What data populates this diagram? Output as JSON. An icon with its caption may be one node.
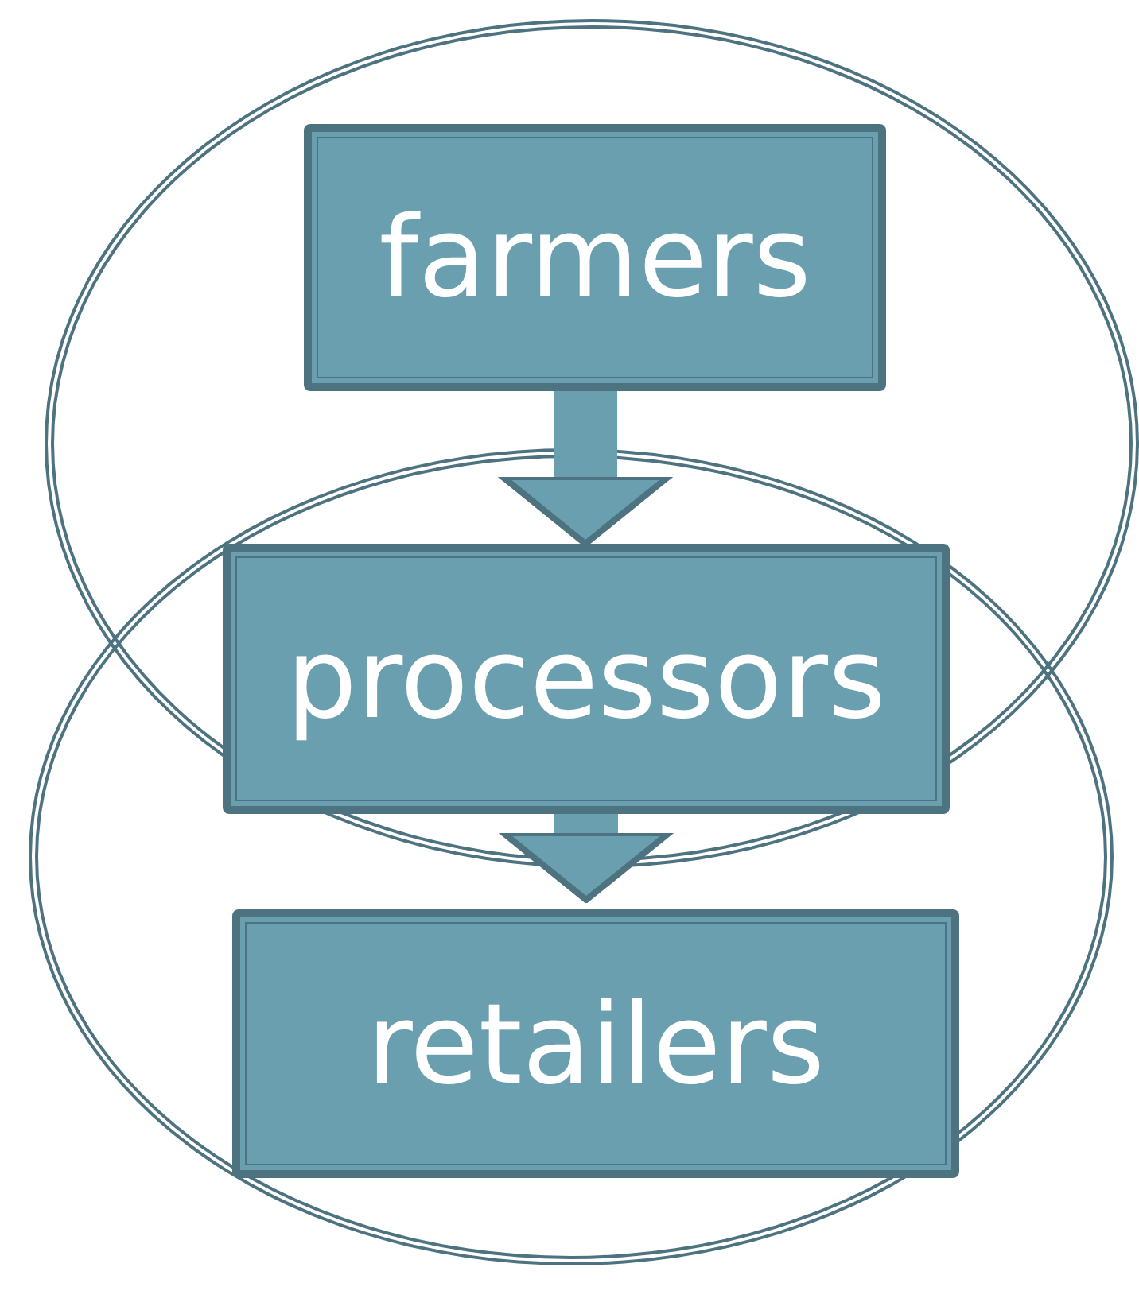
{
  "diagram": {
    "nodes": [
      {
        "text": [],
        "shape": "ellipse"
      },
      {
        "text": [
          "farmers"
        ],
        "in": 0
      },
      {
        "text": [
          "processors"
        ]
      },
      {
        "text": [],
        "shape": "ellipse"
      },
      {
        "text": [
          "retailers"
        ],
        "in": 3
      }
    ],
    "edges": [
      {
        "from": 1,
        "to": 2,
        "arrow": "to"
      },
      {
        "from": 2,
        "to": 4,
        "arrow": "to"
      }
    ]
  }
}
